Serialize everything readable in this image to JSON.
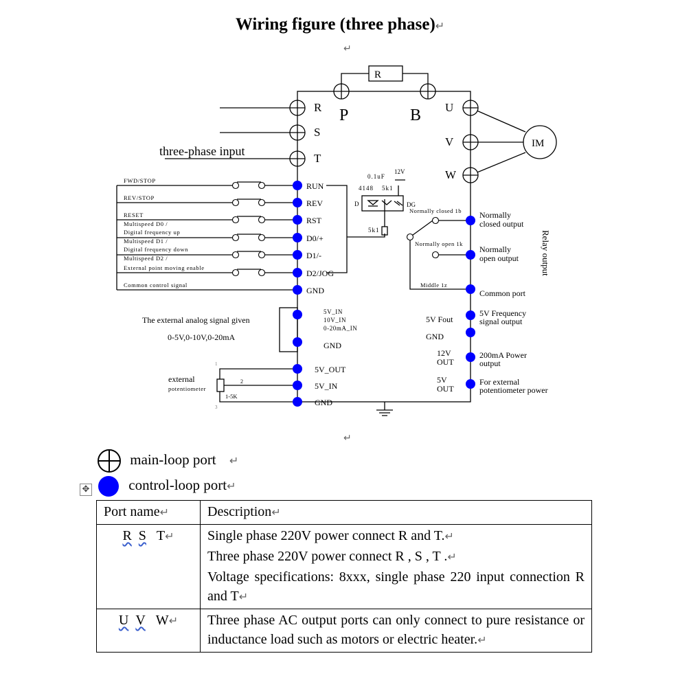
{
  "title": "Wiring figure (three phase)",
  "paragraph_mark": "↵",
  "diagram": {
    "resistor_label": "R",
    "p_label": "P",
    "b_label": "B",
    "input_terminals": [
      "R",
      "S",
      "T"
    ],
    "three_phase_input": "three-phase input",
    "output_terminals": [
      "U",
      "V",
      "W"
    ],
    "motor_label": "IM",
    "control_inputs": [
      {
        "terminal": "RUN",
        "desc": [
          "FWD/STOP"
        ]
      },
      {
        "terminal": "REV",
        "desc": [
          "REV/STOP"
        ]
      },
      {
        "terminal": "RST",
        "desc": [
          "RESET",
          "Multispeed D0 /"
        ]
      },
      {
        "terminal": "D0/+",
        "desc": [
          "Digital frequency  up",
          "Multispeed D1 /"
        ]
      },
      {
        "terminal": "D1/-",
        "desc": [
          "Digital frequency  down",
          "Multispeed D2 /"
        ]
      },
      {
        "terminal": "D2/JOG",
        "desc": [
          "External point moving enable"
        ]
      },
      {
        "terminal": "GND",
        "desc": [
          "Common control signal"
        ]
      }
    ],
    "optocoupler": {
      "cap": "0.1uF",
      "volt": "12V",
      "diode": "4148",
      "r1": "5k1",
      "d_label": "D",
      "dg_label": "DG",
      "r2": "5k1"
    },
    "relay": {
      "title": "Relay output",
      "nc_small": "Normally closed 1b",
      "no_small": "Normally open 1k",
      "mid_small": "Middle 1z",
      "nc_label": [
        "Normally",
        "closed output"
      ],
      "no_label": [
        "Normally",
        "open output"
      ],
      "common_label": "Common port"
    },
    "analog": {
      "desc1": "The external analog signal given",
      "desc2": "0-5V,0-10V,0-20mA",
      "in_labels": [
        "5V_IN",
        "10V_IN",
        "0-20mA_IN"
      ],
      "gnd": "GND"
    },
    "pot": {
      "label1": "external",
      "label2": "potentiometer",
      "value": "1-5K",
      "pin1": "1",
      "pin2": "2",
      "pin3": "3",
      "terms": [
        "5V_OUT",
        "5V_IN",
        "GND"
      ]
    },
    "right_ports": [
      {
        "code": [
          "5V Fout"
        ],
        "desc": [
          "5V Frequency",
          "signal output"
        ]
      },
      {
        "code": [
          "GND"
        ],
        "desc": []
      },
      {
        "code": [
          "12V",
          "OUT"
        ],
        "desc": [
          "200mA Power",
          "output"
        ]
      },
      {
        "code": [
          "5V",
          "OUT"
        ],
        "desc": [
          "For external",
          "potentiometer power"
        ]
      }
    ]
  },
  "legend": {
    "main_loop": "main-loop port",
    "control_loop": "control-loop port"
  },
  "table": {
    "headers": [
      "Port name",
      "Description"
    ],
    "rows": [
      {
        "port": [
          "R",
          "S",
          "T"
        ],
        "lines": [
          "Single phase 220V power connect R and T.",
          "Three phase 220V power connect   R , S , T .",
          "Voltage specifications: 8xxx, single phase 220 input connection R and T"
        ]
      },
      {
        "port": [
          "U",
          "V",
          "W"
        ],
        "lines": [
          "Three phase AC output ports can only connect to pure resistance or inductance load such as motors or electric heater."
        ]
      }
    ]
  }
}
